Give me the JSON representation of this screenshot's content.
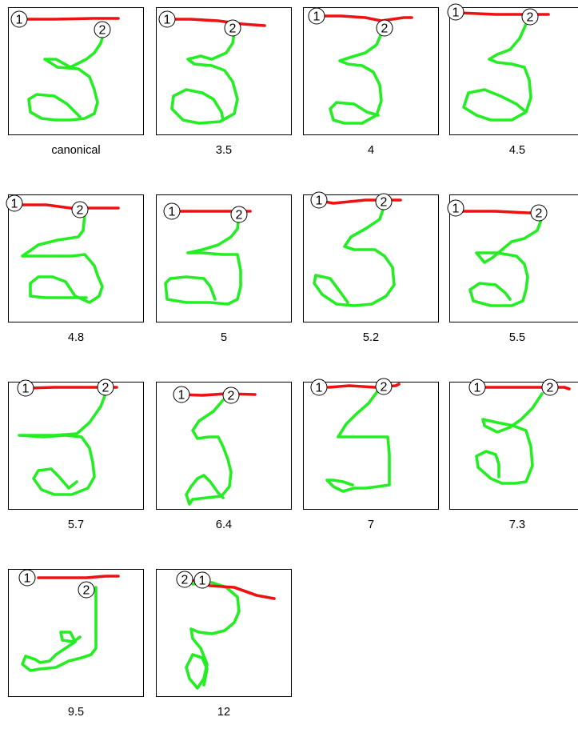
{
  "colors": {
    "stroke_1": "#ee1111",
    "stroke_2": "#22ee22",
    "frame": "#000000"
  },
  "marker_labels": [
    "1",
    "2"
  ],
  "panels": [
    {
      "caption": "canonical"
    },
    {
      "caption": "3.5"
    },
    {
      "caption": "4"
    },
    {
      "caption": "4.5"
    },
    {
      "caption": "4.8"
    },
    {
      "caption": "5"
    },
    {
      "caption": "5.2"
    },
    {
      "caption": "5.5"
    },
    {
      "caption": "5.7"
    },
    {
      "caption": "6.4"
    },
    {
      "caption": "7"
    },
    {
      "caption": "7.3"
    },
    {
      "caption": "9.5"
    },
    {
      "caption": "12"
    }
  ]
}
